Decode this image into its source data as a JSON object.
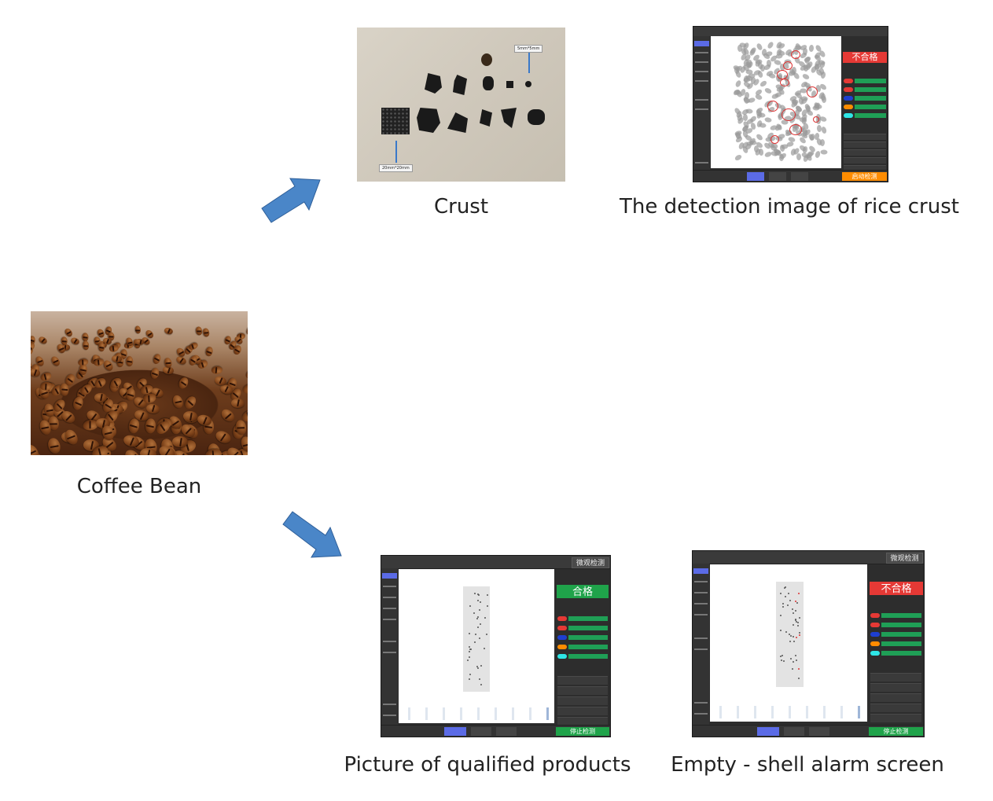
{
  "captions": {
    "crust": "Crust",
    "crust_detection": "The detection image of rice crust",
    "coffee_bean": "Coffee Bean",
    "qualified": "Picture of qualified products",
    "empty_shell": "Empty - shell alarm screen"
  },
  "crust_photo": {
    "tag_small": "5mm*5mm",
    "tag_large": "20mm*20mm"
  },
  "screens": {
    "crust_detection": {
      "status": "不合格",
      "status_color": "#e53935",
      "start_button": "启动检测",
      "start_color": "#ff8c00"
    },
    "qualified": {
      "title": "微观检测",
      "status": "合格",
      "status_color": "#1fa34a",
      "start_button": "停止检测",
      "start_color": "#1fa34a"
    },
    "empty_shell": {
      "title": "微观检测",
      "status": "不合格",
      "status_color": "#e53935",
      "start_button": "停止检测",
      "start_color": "#1fa34a"
    }
  },
  "colors": {
    "arrow": "#4a86c8"
  }
}
